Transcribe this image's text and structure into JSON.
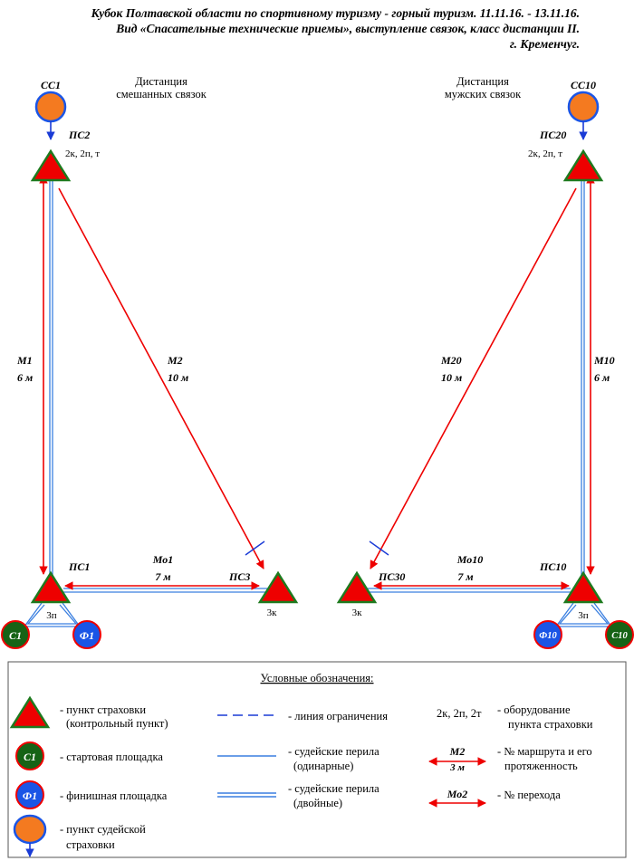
{
  "header": {
    "line1": "Кубок Полтавской области по спортивному туризму - горный туризм. 11.11.16. - 13.11.16.",
    "line2": "Вид «Спасательные технические приемы», выступление связок, класс дистанции II.",
    "line3": "г. Кременчуг."
  },
  "left": {
    "title_line1": "Дистанция",
    "title_line2": "смешанных связок",
    "cc": "СС1",
    "top_point": "ПС2",
    "top_equipment": "2к, 2п, т",
    "bottom_point": "ПС1",
    "bottom_equipment": "3п",
    "far_point": "ПС3",
    "far_equipment": "3к",
    "start": "С1",
    "finish": "Ф1",
    "route_vertical": "М1",
    "route_vertical_len": "6 м",
    "route_diag": "М2",
    "route_diag_len": "10 м",
    "transfer": "Мо1",
    "transfer_len": "7 м"
  },
  "right": {
    "title_line1": "Дистанция",
    "title_line2": "мужских связок",
    "cc": "СС10",
    "top_point": "ПС20",
    "top_equipment": "2к, 2п, т",
    "bottom_point": "ПС10",
    "bottom_equipment": "3п",
    "far_point": "ПС30",
    "far_equipment": "3к",
    "start": "С10",
    "finish": "Ф10",
    "route_vertical": "М10",
    "route_vertical_len": "6 м",
    "route_diag": "М20",
    "route_diag_len": "10 м",
    "transfer": "Мо10",
    "transfer_len": "7 м"
  },
  "legend": {
    "title": "Условные обозначения:",
    "checkpoint_1": "- пункт страховки",
    "checkpoint_2": "(контрольный пункт)",
    "start_area": "- стартовая площадка",
    "start_sample": "С1",
    "finish_area": "- финишная площадка",
    "finish_sample": "Ф1",
    "judge_belay_1": "- пункт судейской",
    "judge_belay_2": "страховки",
    "limit_line": "- линия ограничения",
    "single_rope_1": "- судейские перила",
    "single_rope_2": "(одинарные)",
    "double_rope_1": "- судейские перила",
    "double_rope_2": "(двойные)",
    "equipment_sample": "2к, 2п, 2т",
    "equipment_1": "- оборудование",
    "equipment_2": "пункта страховки",
    "route_sample": "М2",
    "route_sample_len": "3 м",
    "route_1": "- № маршрута и его",
    "route_2": "протяженность",
    "transfer_sample": "Мо2",
    "transfer_desc": "- № перехода"
  },
  "colors": {
    "red": "#ee0000",
    "green_border": "#1e7a1e",
    "dark_green": "#166316",
    "blue": "#1a55e6",
    "orange": "#f47a20",
    "rope_blue": "#3a7fe0"
  }
}
